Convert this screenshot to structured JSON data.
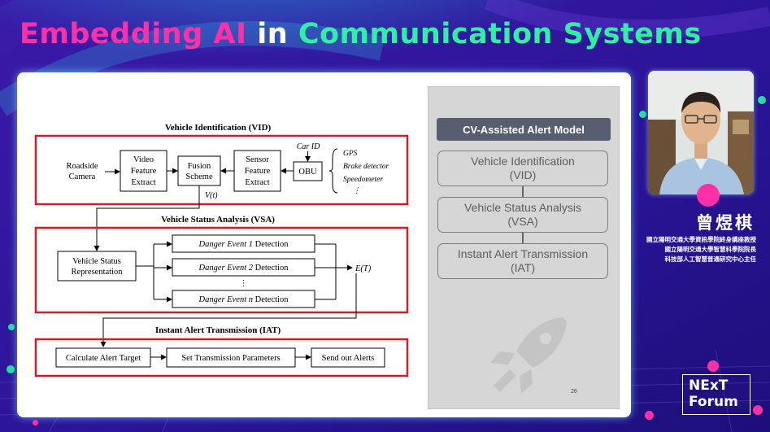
{
  "title": {
    "part1": "Embedding AI",
    "part2": "in",
    "part3": "Communication Systems"
  },
  "diagram": {
    "vid": {
      "heading": "Vehicle Identification (VID)",
      "roadside": [
        "Roadside",
        "Camera"
      ],
      "video": [
        "Video",
        "Feature",
        "Extract"
      ],
      "fusion": [
        "Fusion",
        "Scheme"
      ],
      "sensor": [
        "Sensor",
        "Feature",
        "Extract"
      ],
      "obu": "OBU",
      "car_id": "Car ID",
      "vt": "V(t)",
      "sensors": [
        "GPS",
        "Brake detector",
        "Speedometer",
        "⋮"
      ]
    },
    "vsa": {
      "heading": "Vehicle Status Analysis (VSA)",
      "rep": [
        "Vehicle Status",
        "Representation"
      ],
      "events": [
        {
          "italic": "Danger Event 1",
          "rest": " Detection"
        },
        {
          "italic": "Danger Event 2",
          "rest": " Detection"
        },
        {
          "italic": "Danger Event n",
          "rest": " Detection"
        }
      ],
      "vdots": "⋮",
      "et": "E(T)"
    },
    "iat": {
      "heading": "Instant Alert Transmission (IAT)",
      "calc": "Calculate Alert Target",
      "set": "Set Transmission Parameters",
      "send": "Send out Alerts"
    }
  },
  "panel": {
    "title": "CV-Assisted Alert Model",
    "box1": {
      "line1": "Vehicle Identification",
      "line2": "(VID)"
    },
    "box2": {
      "line1": "Vehicle Status Analysis",
      "line2": "(VSA)"
    },
    "box3": {
      "line1": "Instant Alert Transmission",
      "line2": "(IAT)"
    },
    "page": "26"
  },
  "speaker": {
    "name": "曾煜棋",
    "titles": [
      "國立陽明交通大學資訊學院終身講座教授",
      "國立陽明交通大學智慧科學院院長",
      "科技部人工智慧普通研究中心主任"
    ]
  },
  "logo": {
    "line1": "NExT",
    "line2": "Forum"
  },
  "colors": {
    "title_pink": "#ff2fa8",
    "title_green": "#2ef2a0",
    "background": "#2a1496",
    "frame_red": "#cc1f2a"
  }
}
